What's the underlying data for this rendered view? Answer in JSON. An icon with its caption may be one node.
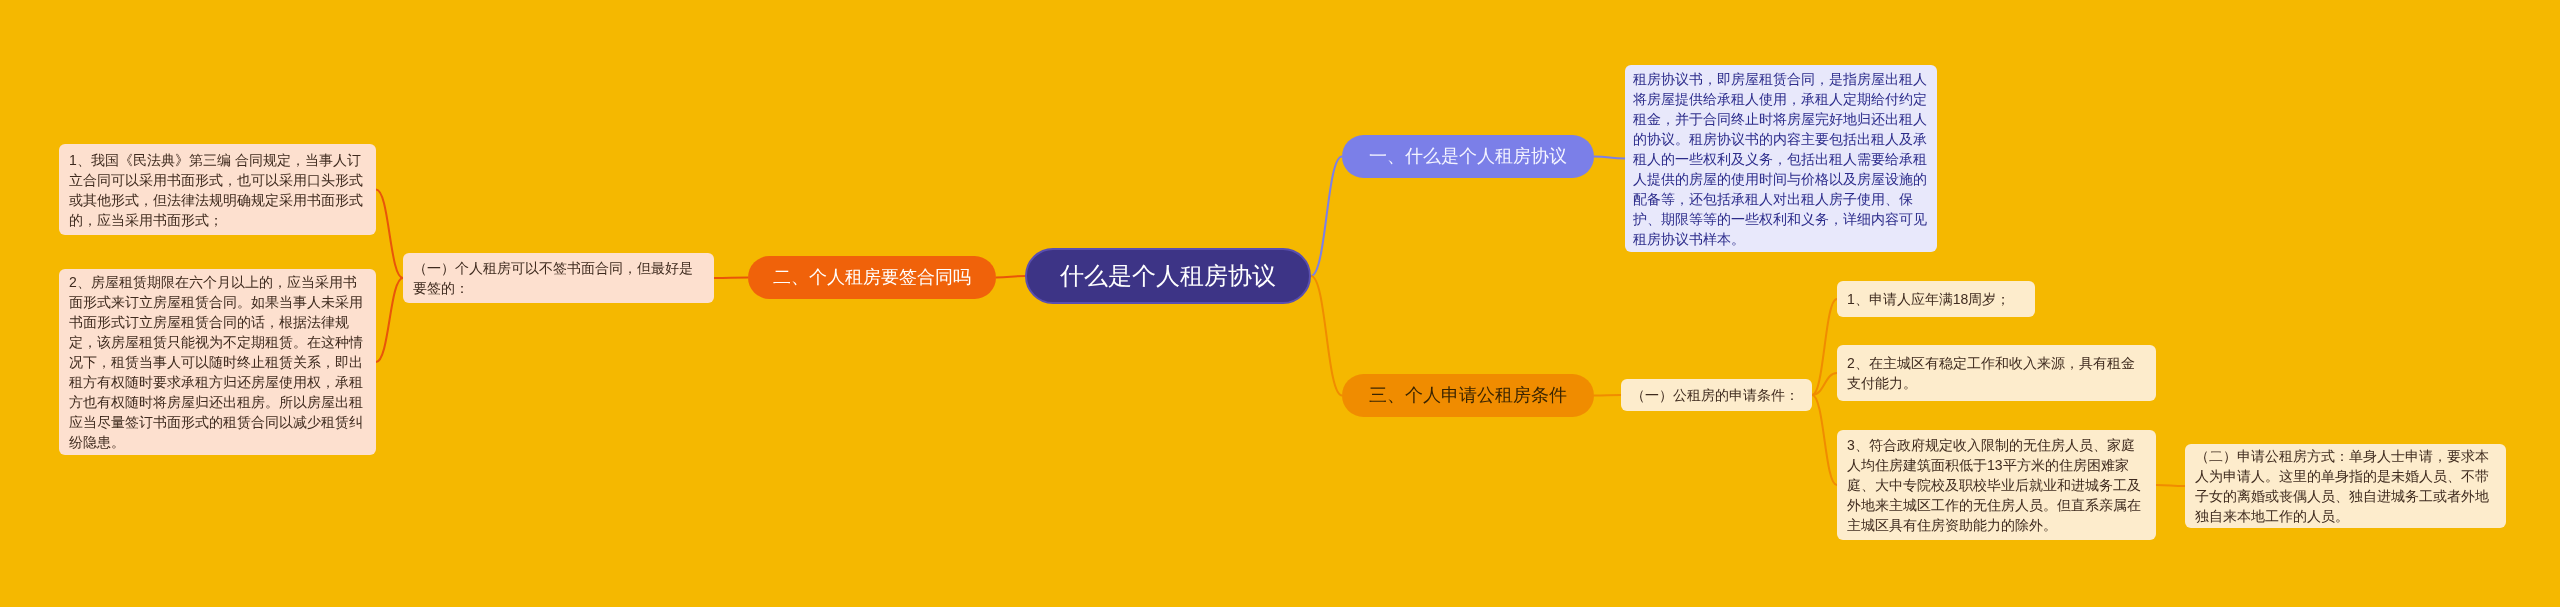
{
  "diagram": {
    "nodes": [
      {
        "text": [
          "什么是个人租房协议"
        ]
      },
      {
        "text": [
          "一、什么是个人租房协议"
        ]
      },
      {
        "text": [
          "租房协议书，即房屋租赁合同，是指房屋出租人将房屋提供给承租人使用，承租人定期给付约定租金，并于合同终止时将房屋完好地归还出租人的协议。租房协议书的内容主要包括出租人及承租人的一些权利及义务，包括出租人需要给承租人提供的房屋的使用时间与价格以及房屋设施的配备等，还包括承租人对出租人房子使用、保护、期限等等的一些权利和义务，详细内容可见租房协议书样本。"
        ]
      },
      {
        "text": [
          "二、个人租房要签合同吗"
        ]
      },
      {
        "text": [
          "（一）个人租房可以不签书面合同，但最好是要签的："
        ]
      },
      {
        "text": [
          "1、我国《民法典》第三编 合同规定，当事人订立合同可以采用书面形式，也可以采用口头形式或其他形式，但法律法规明确规定采用书面形式的，应当采用书面形式；"
        ]
      },
      {
        "text": [
          "2、房屋租赁期限在六个月以上的，应当采用书面形式来订立房屋租赁合同。如果当事人未采用书面形式订立房屋租赁合同的话，根据法律规定，该房屋租赁只能视为不定期租赁。在这种情况下，租赁当事人可以随时终止租赁关系，即出租方有权随时要求承租方归还房屋使用权，承租方也有权随时将房屋归还出租房。所以房屋出租应当尽量签订书面形式的租赁合同以减少租赁纠纷隐患。"
        ]
      },
      {
        "text": [
          "三、个人申请公租房条件"
        ]
      },
      {
        "text": [
          "（一）公租房的申请条件："
        ]
      },
      {
        "text": [
          "1、申请人应年满18周岁；"
        ]
      },
      {
        "text": [
          "2、在主城区有稳定工作和收入来源，具有租金支付能力。"
        ]
      },
      {
        "text": [
          "3、符合政府规定收入限制的无住房人员、家庭人均住房建筑面积低于13平方米的住房困难家庭、大中专院校及职校毕业后就业和进城务工及外地来主城区工作的无住房人员。但直系亲属在主城区具有住房资助能力的除外。"
        ]
      },
      {
        "text": [
          "（二）申请公租房方式：单身人士申请，要求本人为申请人。这里的单身指的是未婚人员、不带子女的离婚或丧偶人员、独自进城务工或者外地独自来本地工作的人员。"
        ]
      }
    ],
    "edges": [
      {
        "from": 0,
        "to": 1,
        "arrow": "none",
        "color": "#7b7fe8"
      },
      {
        "from": 1,
        "to": 2,
        "arrow": "none",
        "color": "#7b7fe8"
      },
      {
        "from": 0,
        "to": 3,
        "arrow": "none",
        "color": "#e8550a"
      },
      {
        "from": 3,
        "to": 4,
        "arrow": "none",
        "color": "#e8550a"
      },
      {
        "from": 4,
        "to": 5,
        "arrow": "none",
        "color": "#e8550a"
      },
      {
        "from": 4,
        "to": 6,
        "arrow": "none",
        "color": "#e8550a"
      },
      {
        "from": 0,
        "to": 7,
        "arrow": "none",
        "color": "#f08c00"
      },
      {
        "from": 7,
        "to": 8,
        "arrow": "none",
        "color": "#f08c00"
      },
      {
        "from": 8,
        "to": 9,
        "arrow": "none",
        "color": "#f08c00"
      },
      {
        "from": 8,
        "to": 10,
        "arrow": "none",
        "color": "#f08c00"
      },
      {
        "from": 8,
        "to": 11,
        "arrow": "none",
        "color": "#f08c00"
      },
      {
        "from": 11,
        "to": 12,
        "arrow": "none",
        "color": "#f08c00"
      }
    ]
  }
}
